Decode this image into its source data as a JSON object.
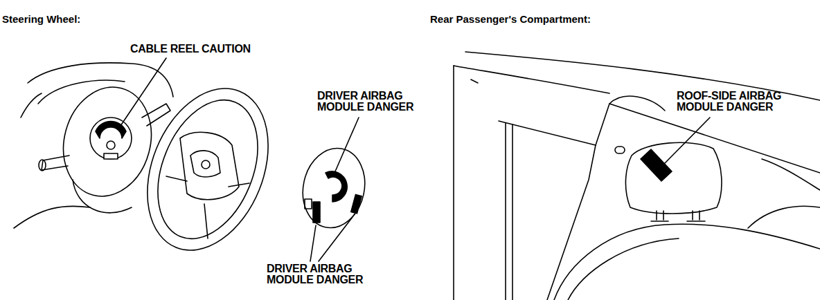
{
  "diagram": {
    "labels": [
      "Steering Wheel:",
      "CABLE REEL CAUTION",
      "DRIVER AIRBAG MODULE DANGER",
      "DRIVER AIRBAG MODULE DANGER",
      "Rear Passenger's Compartment:",
      "ROOF-SIDE AIRBAG MODULE DANGER"
    ]
  }
}
